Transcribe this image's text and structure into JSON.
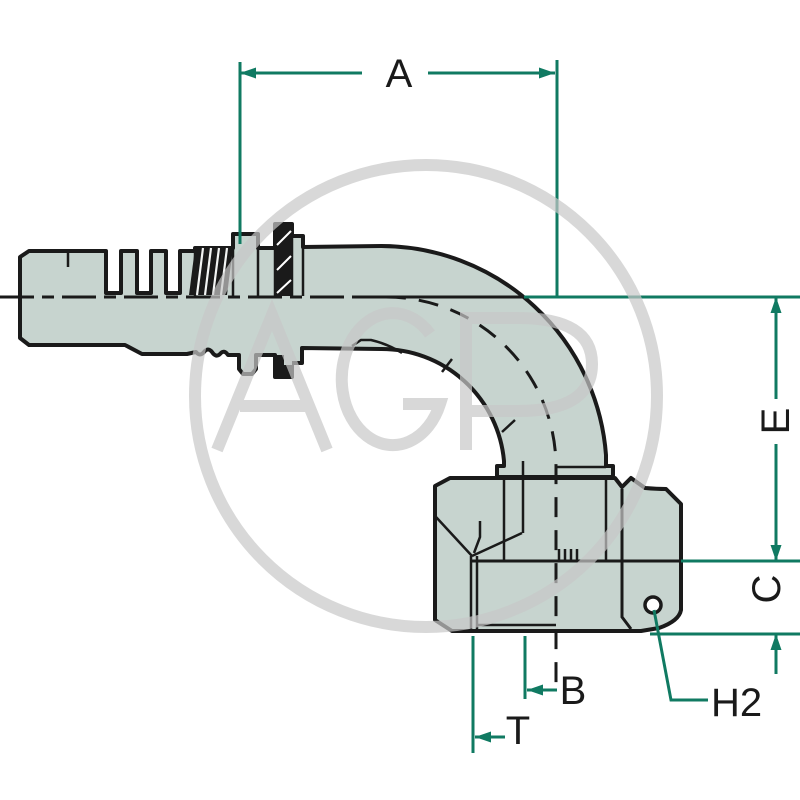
{
  "diagram": {
    "type": "technical-drawing",
    "subject": "90-degree elbow hydraulic hose fitting with female swivel nut, half-section side view"
  },
  "labels": {
    "a": "A",
    "b": "B",
    "c": "C",
    "e": "E",
    "t": "T",
    "h2": "H2"
  },
  "watermark": {
    "text": "AGP"
  },
  "colors": {
    "dimension": "#107a62",
    "fill": "#c7d4cf",
    "line": "#1a1a1a",
    "watermark": "#c8c8c8"
  }
}
